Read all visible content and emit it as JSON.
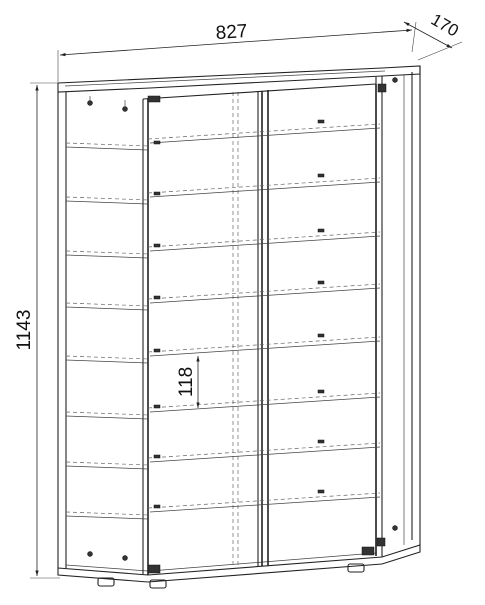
{
  "dimensions": {
    "width": "827",
    "depth": "170",
    "height": "1143",
    "shelf_spacing": "118"
  },
  "colors": {
    "line": "#222222",
    "background": "#ffffff"
  }
}
